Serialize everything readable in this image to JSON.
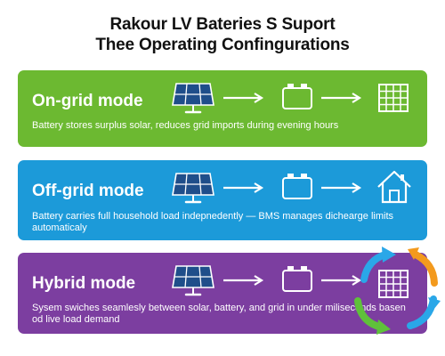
{
  "title": {
    "line1": "Rakour LV Bateries S Suport",
    "line2": "Thee Operating Confingurations"
  },
  "modes": [
    {
      "name": "On-grid mode",
      "description": "Battery stores surplus solar, reduces grid imports during evening hours",
      "icons": [
        "solar-panel-icon",
        "arrow-right-icon",
        "battery-icon",
        "arrow-right-icon",
        "grid-icon"
      ],
      "color": "#6cb931"
    },
    {
      "name": "Off-grid mode",
      "description": "Battery carries full household load indepnedently — BMS  manages dichearge limits automaticaly",
      "icons": [
        "solar-panel-icon",
        "arrow-right-icon",
        "battery-icon",
        "arrow-right-icon",
        "house-icon"
      ],
      "color": "#1c9ad9"
    },
    {
      "name": "Hybrid mode",
      "description": "Sysem swiches seamlesly between solar, battery, and grid in under miliseconds basen od live load demand",
      "icons": [
        "solar-panel-icon",
        "arrow-right-icon",
        "battery-icon",
        "arrow-right-icon",
        "grid-icon",
        "cycle-arrows-icon"
      ],
      "color": "#7c3ea0"
    }
  ]
}
